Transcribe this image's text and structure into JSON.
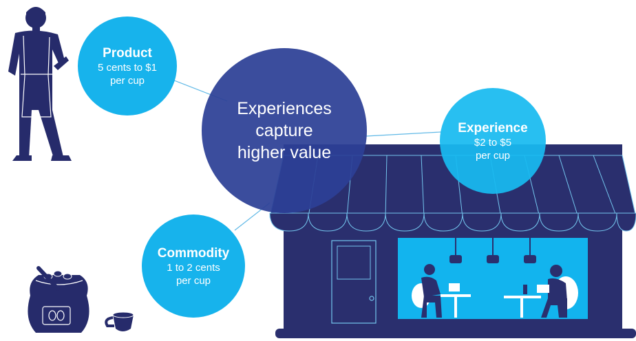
{
  "center": {
    "lines": [
      "Experiences",
      "capture",
      "higher value"
    ]
  },
  "product": {
    "title": "Product",
    "lines": [
      "5 cents to $1",
      "per cup"
    ]
  },
  "commodity": {
    "title": "Commodity",
    "lines": [
      "1 to 2 cents",
      "per cup"
    ]
  },
  "experience": {
    "title": "Experience",
    "lines": [
      "$2 to $5",
      "per cup"
    ]
  },
  "colors": {
    "navy": "#2a2f6e",
    "accent": "#17b3ec",
    "window_glow": "#12b4ee",
    "center": "#2c4096"
  },
  "icons": [
    "barista-icon",
    "coffee-bean-sack-icon",
    "coffee-cup-icon",
    "coffee-shop-icon"
  ]
}
